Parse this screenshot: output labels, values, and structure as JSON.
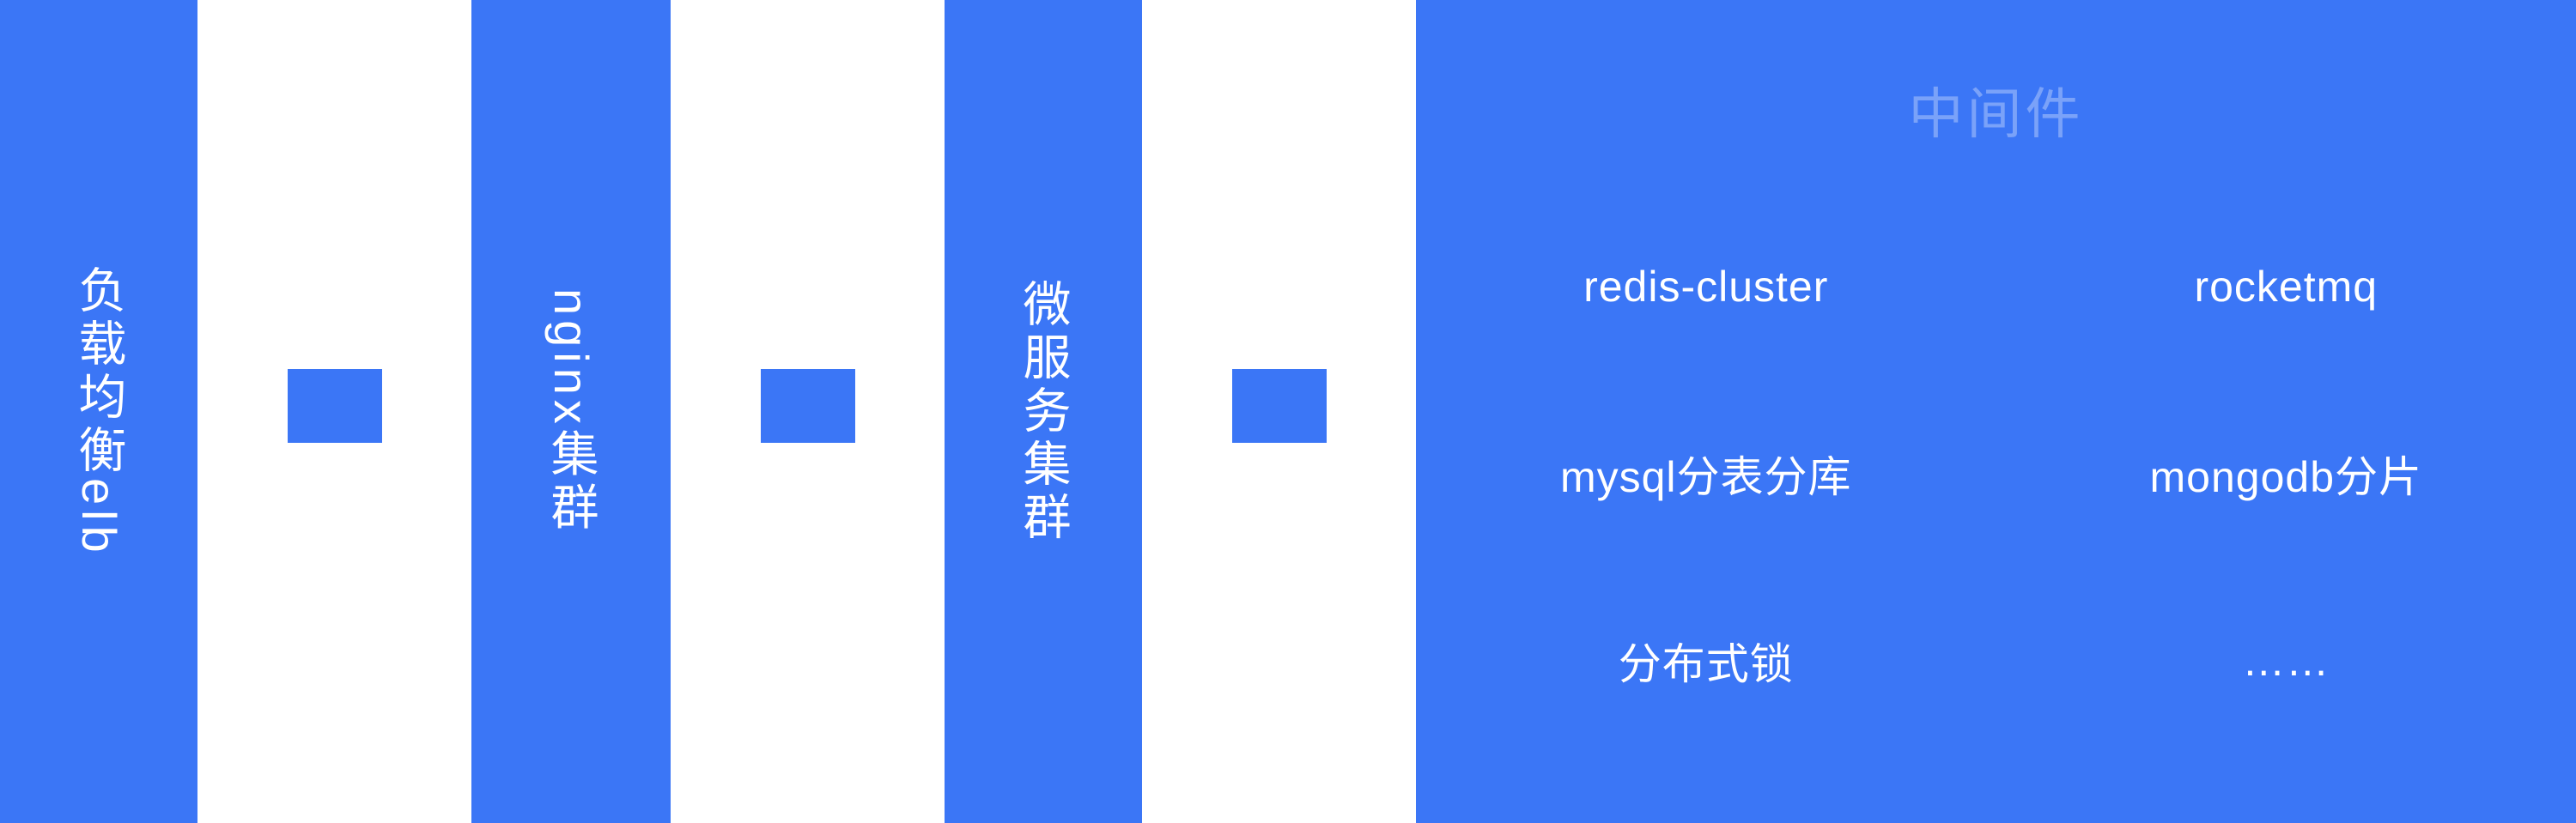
{
  "diagram": {
    "nodes": [
      {
        "id": "elb",
        "label": "负载均衡elb"
      },
      {
        "id": "nginx",
        "label": "nginx集群"
      },
      {
        "id": "microservice",
        "label": "微服务集群"
      }
    ],
    "middleware": {
      "title": "中间件",
      "items": [
        "redis-cluster",
        "rocketmq",
        "mysql分表分库",
        "mongodb分片",
        "分布式锁",
        "……"
      ]
    },
    "colors": {
      "primary": "#3b76f6",
      "label_text": "#ffffff",
      "faded_title": "rgba(255,255,255,0.32)",
      "background": "#ffffff"
    }
  }
}
